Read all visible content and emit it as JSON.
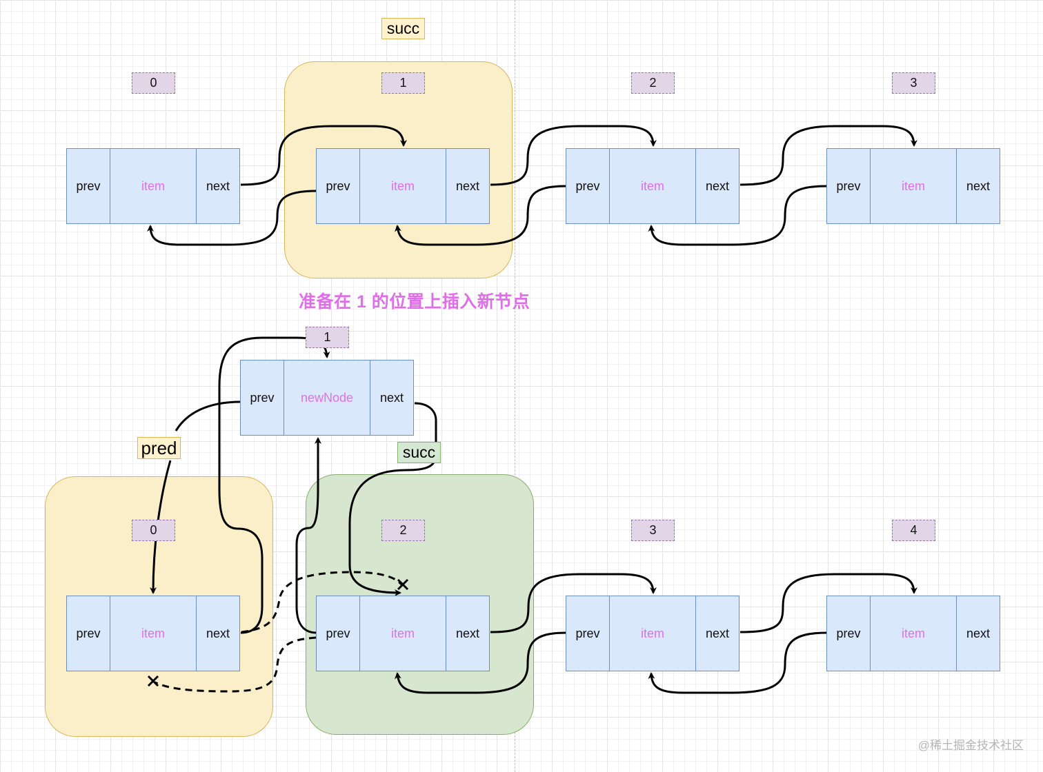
{
  "labels": {
    "prev": "prev",
    "item": "item",
    "next": "next",
    "new_node_item": "newNode",
    "succ": "succ",
    "pred": "pred"
  },
  "top_row": {
    "indices": [
      "0",
      "1",
      "2",
      "3"
    ]
  },
  "caption": "准备在 1 的位置上插入新节点",
  "bottom_row": {
    "new_node_index": "1",
    "indices": [
      "0",
      "2",
      "3",
      "4"
    ]
  },
  "watermark": "@稀土掘金技术社区",
  "colors": {
    "node_fill": "#dae8fc",
    "node_border": "#6c8ebf",
    "item_text": "#e26ee6",
    "index_fill": "#e1d5e7",
    "index_border": "#9673a6",
    "highlight_yellow": "#fbefc9",
    "highlight_green": "#d6e6cf",
    "caption": "#e06ee8"
  }
}
